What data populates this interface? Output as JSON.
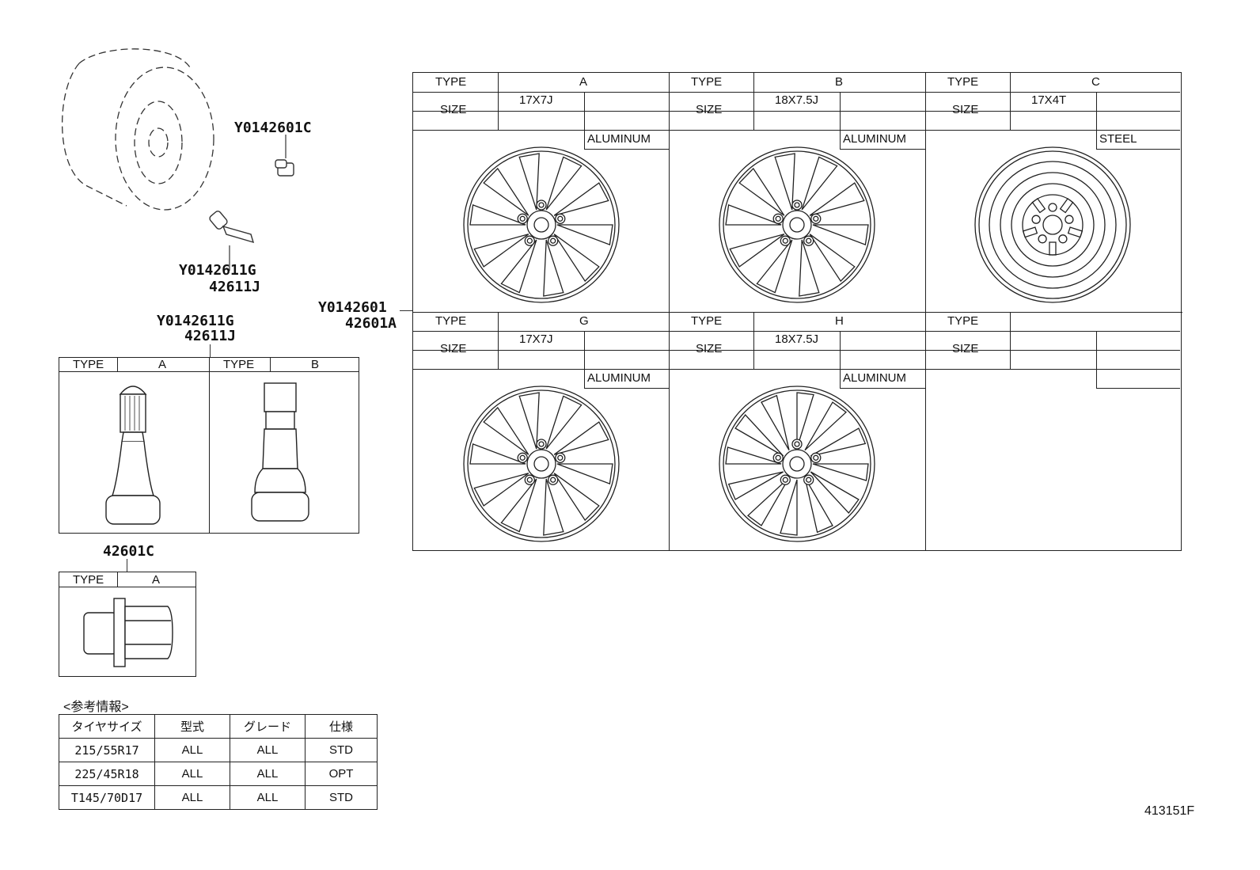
{
  "parts": {
    "cap": "Y0142601C",
    "valve_g": "Y0142611G",
    "valve_j": "42611J",
    "valve_g2": "Y0142611G",
    "valve_j2": "42611J",
    "wheel_main": "Y0142601",
    "wheel_sub": "42601A",
    "nut": "42601C"
  },
  "labels": {
    "type": "TYPE",
    "size": "SIZE"
  },
  "wheels": [
    {
      "type": "A",
      "size": "17X7J",
      "material": "ALUMINUM"
    },
    {
      "type": "B",
      "size": "18X7.5J",
      "material": "ALUMINUM"
    },
    {
      "type": "C",
      "size": "17X4T",
      "material": "STEEL"
    },
    {
      "type": "G",
      "size": "17X7J",
      "material": "ALUMINUM"
    },
    {
      "type": "H",
      "size": "18X7.5J",
      "material": "ALUMINUM"
    },
    {
      "type": "",
      "size": "",
      "material": ""
    }
  ],
  "valves": [
    {
      "type": "A"
    },
    {
      "type": "B"
    }
  ],
  "nut_box": {
    "type": "A"
  },
  "reference": {
    "title": "<参考情報>",
    "headers": [
      "タイヤサイズ",
      "型式",
      "グレード",
      "仕様"
    ],
    "rows": [
      [
        "215/55R17",
        "ALL",
        "ALL",
        "STD"
      ],
      [
        "225/45R18",
        "ALL",
        "ALL",
        "OPT"
      ],
      [
        "T145/70D17",
        "ALL",
        "ALL",
        "STD"
      ]
    ]
  },
  "figure_id": "413151F"
}
